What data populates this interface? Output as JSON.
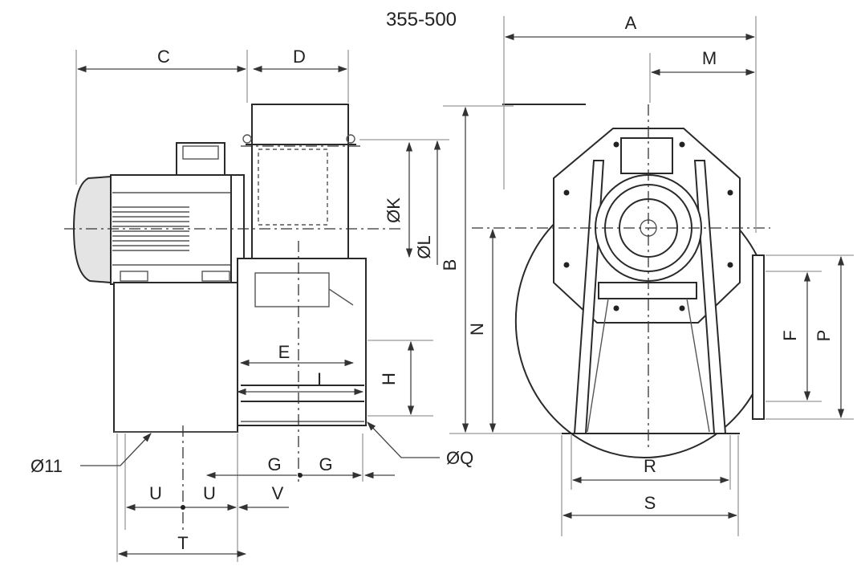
{
  "title": "355-500",
  "labels": {
    "A": "A",
    "M": "M",
    "C": "C",
    "D": "D",
    "K": "ØK",
    "L": "ØL",
    "B": "B",
    "N": "N",
    "E": "E",
    "I": "I",
    "H": "H",
    "F": "F",
    "P": "P",
    "hole": "Ø11",
    "Q": "ØQ",
    "G1": "G",
    "G2": "G",
    "V": "V",
    "U1": "U",
    "U2": "U",
    "T": "T",
    "R": "R",
    "S": "S"
  }
}
